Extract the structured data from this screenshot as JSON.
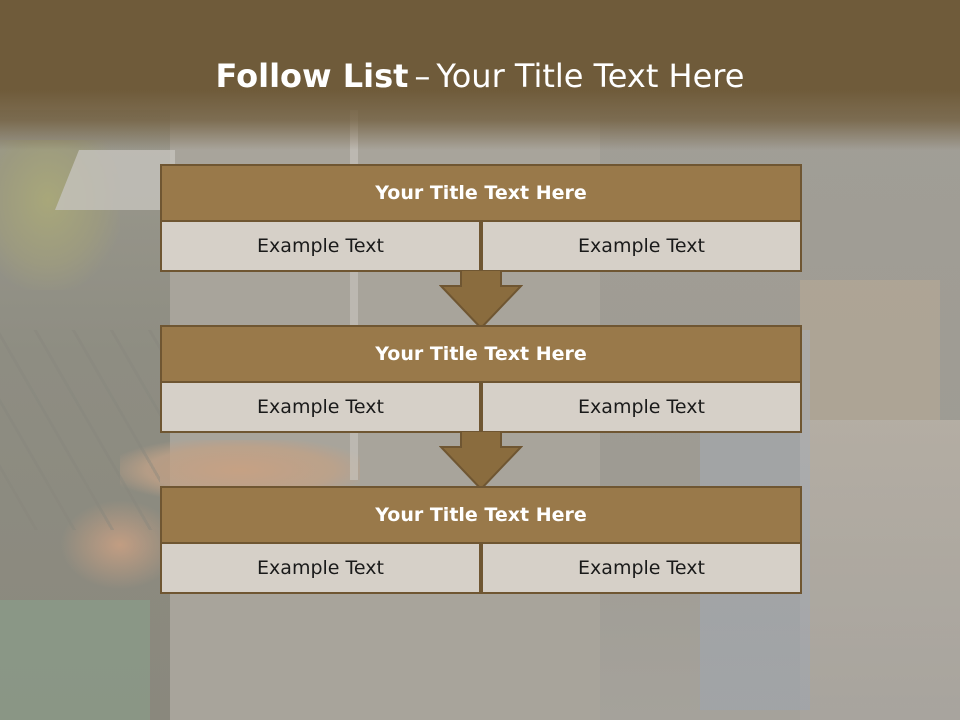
{
  "slide": {
    "title_bold": "Follow List",
    "title_sep": "–",
    "title_rest": "Your Title Text Here"
  },
  "blocks": [
    {
      "title": "Your Title Text Here",
      "cells": [
        "Example Text",
        "Example Text"
      ]
    },
    {
      "title": "Your Title Text Here",
      "cells": [
        "Example Text",
        "Example Text"
      ]
    },
    {
      "title": "Your Title Text Here",
      "cells": [
        "Example Text",
        "Example Text"
      ]
    }
  ],
  "colors": {
    "header_band": "#6f5b3a",
    "block_title_fill": "#99794a",
    "block_border": "#6f5632",
    "cell_fill": "#d6d0c8",
    "arrow_fill": "#8a6c3e"
  },
  "icons": [
    "down-arrow-icon",
    "down-arrow-icon"
  ]
}
